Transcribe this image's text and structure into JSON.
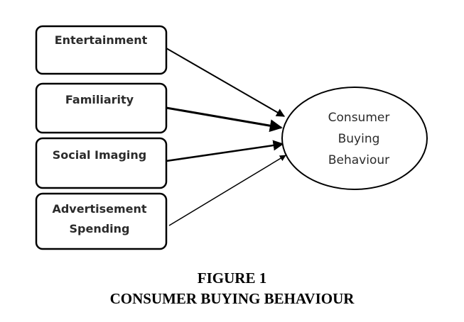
{
  "diagram": {
    "factors": [
      {
        "lines": [
          "Entertainment"
        ]
      },
      {
        "lines": [
          "Familiarity"
        ]
      },
      {
        "lines": [
          "Social Imaging"
        ]
      },
      {
        "lines": [
          "Advertisement",
          "Spending"
        ]
      }
    ],
    "outcome": {
      "lines": [
        "Consumer",
        "Buying",
        "Behaviour"
      ]
    },
    "edges": [
      {
        "from": "Entertainment",
        "to": "Consumer Buying Behaviour"
      },
      {
        "from": "Familiarity",
        "to": "Consumer Buying Behaviour"
      },
      {
        "from": "Social Imaging",
        "to": "Consumer Buying Behaviour"
      },
      {
        "from": "Advertisement Spending",
        "to": "Consumer Buying Behaviour"
      }
    ]
  },
  "caption": {
    "label": "FIGURE 1",
    "title": "CONSUMER BUYING BEHAVIOUR"
  }
}
